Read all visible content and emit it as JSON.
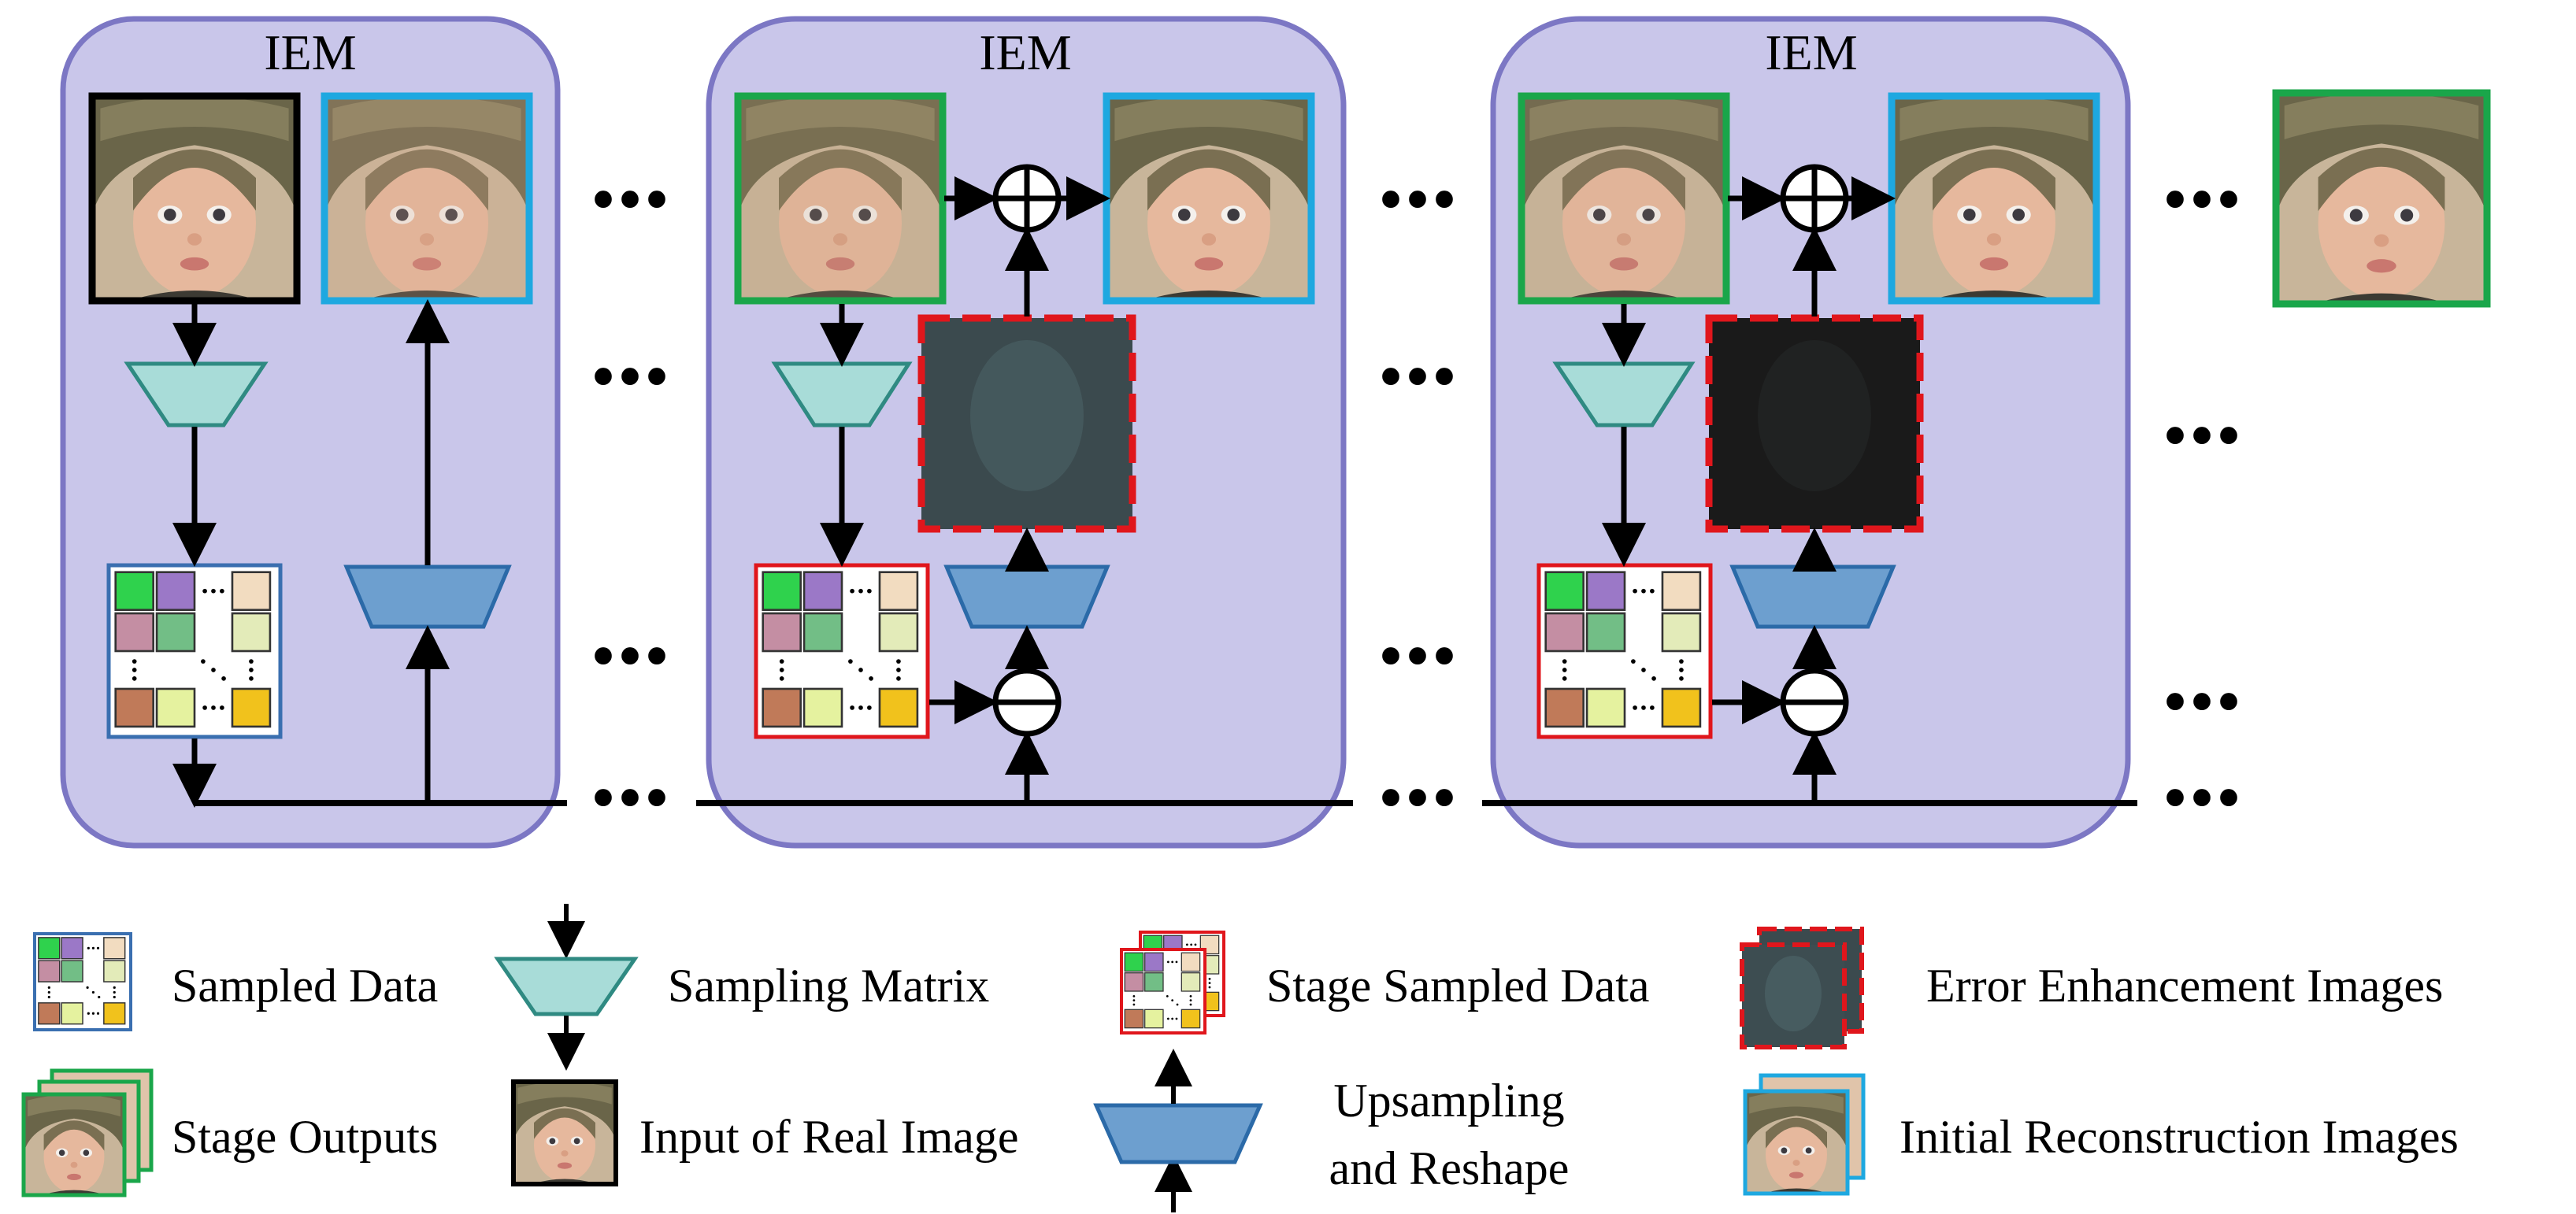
{
  "modules": [
    {
      "title": "IEM"
    },
    {
      "title": "IEM"
    },
    {
      "title": "IEM"
    }
  ],
  "ellipsis": "•••",
  "legend": {
    "sampled_data": "Sampled Data",
    "sampling_matrix": "Sampling  Matrix",
    "stage_sampled_data": "Stage Sampled Data",
    "error_enhancement": "Error Enhancement Images",
    "stage_outputs": "Stage Outputs",
    "input_real_image": "Input of Real Image",
    "upsampling_line1": "Upsampling",
    "upsampling_line2": "and Reshape",
    "initial_reconstruction": "Initial Reconstruction Images"
  },
  "colors": {
    "module_fill": "#c9c6ea",
    "module_border": "#7c77c4",
    "sampling_matrix": "#a8dcd8",
    "upsampling": "#6d9fcf",
    "frame_input": "#000000",
    "frame_stage": "#1aa64a",
    "frame_initial": "#1ea8e0",
    "frame_error": "#e0161c",
    "error_image_1": "#3b4a4e",
    "error_image_2": "#1a1a1a"
  }
}
